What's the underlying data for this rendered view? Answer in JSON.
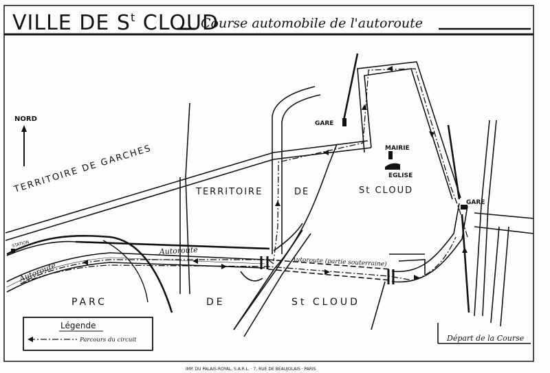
{
  "header": {
    "town": "VILLE DE S",
    "town_sup": "t",
    "town_end": " CLOUD",
    "subtitle": "Course automobile de l'autoroute"
  },
  "map": {
    "north": "NORD",
    "territory_garches": "TERRITOIRE DE GARCHES",
    "territory_1": "TERRITOIRE",
    "territory_2": "DE",
    "territory_3": "St CLOUD",
    "park_1": "PARC",
    "park_2": "DE",
    "park_3": "St CLOUD",
    "station": "STATION",
    "gare_north": "GARE",
    "gare_east": "GARE",
    "mairie": "MAIRIE",
    "eglise": "EGLISE",
    "autoroute_left": "Autoroute",
    "autoroute_mid": "Autoroute",
    "autoroute_tunnel": "Autoroute (partie souterraine)",
    "depart": "Départ de la Course"
  },
  "legend": {
    "title": "Légende",
    "item": "Parcours du circuit"
  },
  "footer": {
    "printer": "IMP. DU PALAIS-ROYAL, S.A.R.L. · 7, RUE DE BEAUJOLAIS · PARIS"
  }
}
